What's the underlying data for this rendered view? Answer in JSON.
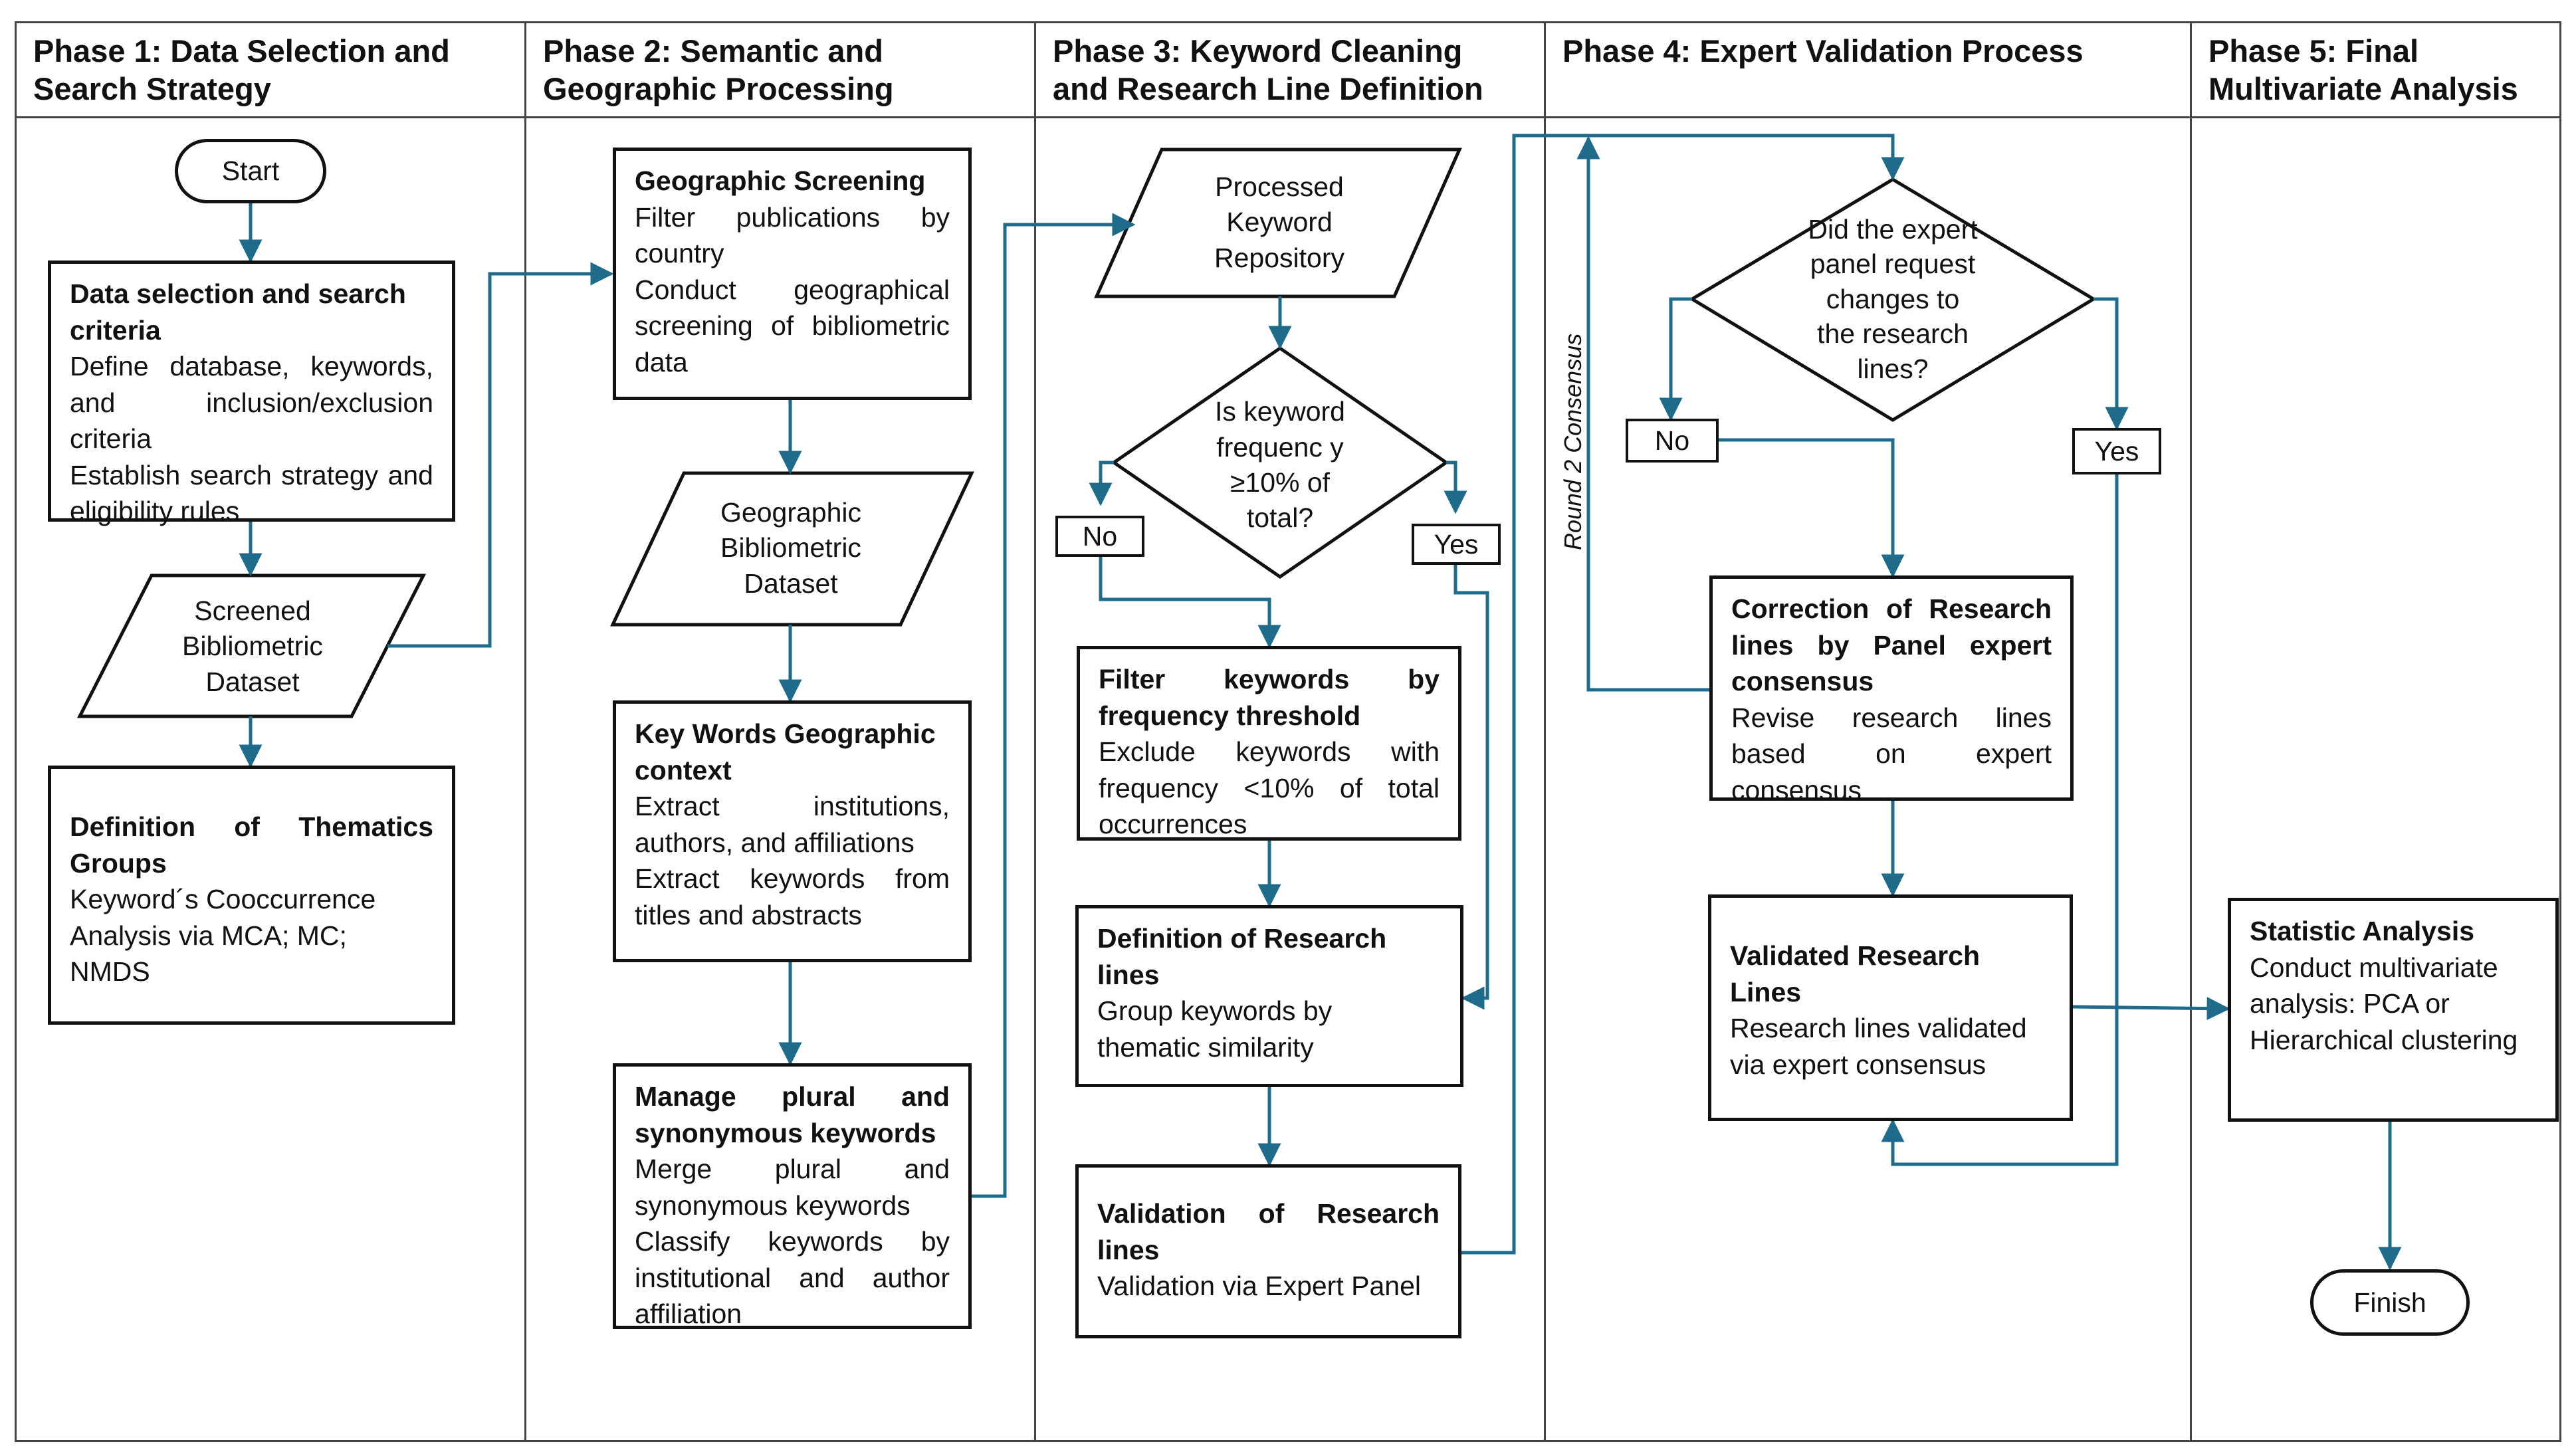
{
  "colors": {
    "connector": "#1f6b8c",
    "border": "#111111",
    "grid": "#444444"
  },
  "phases": [
    {
      "title": "Phase 1: Data Selection and Search Strategy"
    },
    {
      "title": "Phase 2: Semantic and Geographic Processing"
    },
    {
      "title": "Phase 3: Keyword Cleaning and Research Line Definition"
    },
    {
      "title": "Phase 4: Expert Validation Process"
    },
    {
      "title": "Phase 5: Final Multivariate Analysis"
    }
  ],
  "p1": {
    "start": "Start",
    "criteria": {
      "title": "Data selection and search criteria",
      "desc1": "Define database, keywords, and inclusion/exclusion criteria",
      "desc2": "Establish search strategy and eligibility rules"
    },
    "screened": "Screened Bibliometric Dataset",
    "thematics": {
      "title": "Definition of Thematics Groups",
      "desc": "Keyword´s Cooccurrence Analysis via MCA; MC; NMDS"
    }
  },
  "p2": {
    "screening": {
      "title": "Geographic Screening",
      "desc1": "Filter publications by country",
      "desc2": "Conduct geographical screening of bibliometric data"
    },
    "dataset": "Geographic Bibliometric Dataset",
    "context": {
      "title": "Key Words Geographic context",
      "desc1": "Extract institutions, authors, and affiliations",
      "desc2": "Extract keywords from titles and abstracts"
    },
    "plural": {
      "title": "Manage plural and synonymous keywords",
      "desc1": "Merge plural and synonymous keywords",
      "desc2": "Classify keywords by institutional and author affiliation"
    }
  },
  "p3": {
    "repository": "Processed Keyword Repository",
    "decision": "Is keyword frequenc y ≥10% of total?",
    "no": "No",
    "yes": "Yes",
    "filter": {
      "title": "Filter keywords by frequency threshold",
      "desc": "Exclude keywords with frequency <10% of total occurrences"
    },
    "definition": {
      "title": "Definition of Research lines",
      "desc": "Group keywords by thematic similarity"
    },
    "validation": {
      "title": "Validation of Research lines",
      "desc": "Validation via Expert Panel"
    }
  },
  "p4": {
    "decision": "Did the expert panel request changes to the research lines?",
    "no": "No",
    "yes": "Yes",
    "round": "Round 2 Consensus",
    "correction": {
      "title": "Correction of Research lines by Panel expert consensus",
      "desc": "Revise research lines based on expert consensus"
    },
    "validated": {
      "title": "Validated Research Lines",
      "desc": "Research lines validated via expert consensus"
    }
  },
  "p5": {
    "statistic": {
      "title": "Statistic Analysis",
      "desc": "Conduct multivariate analysis: PCA or Hierarchical clustering"
    },
    "finish": "Finish"
  }
}
